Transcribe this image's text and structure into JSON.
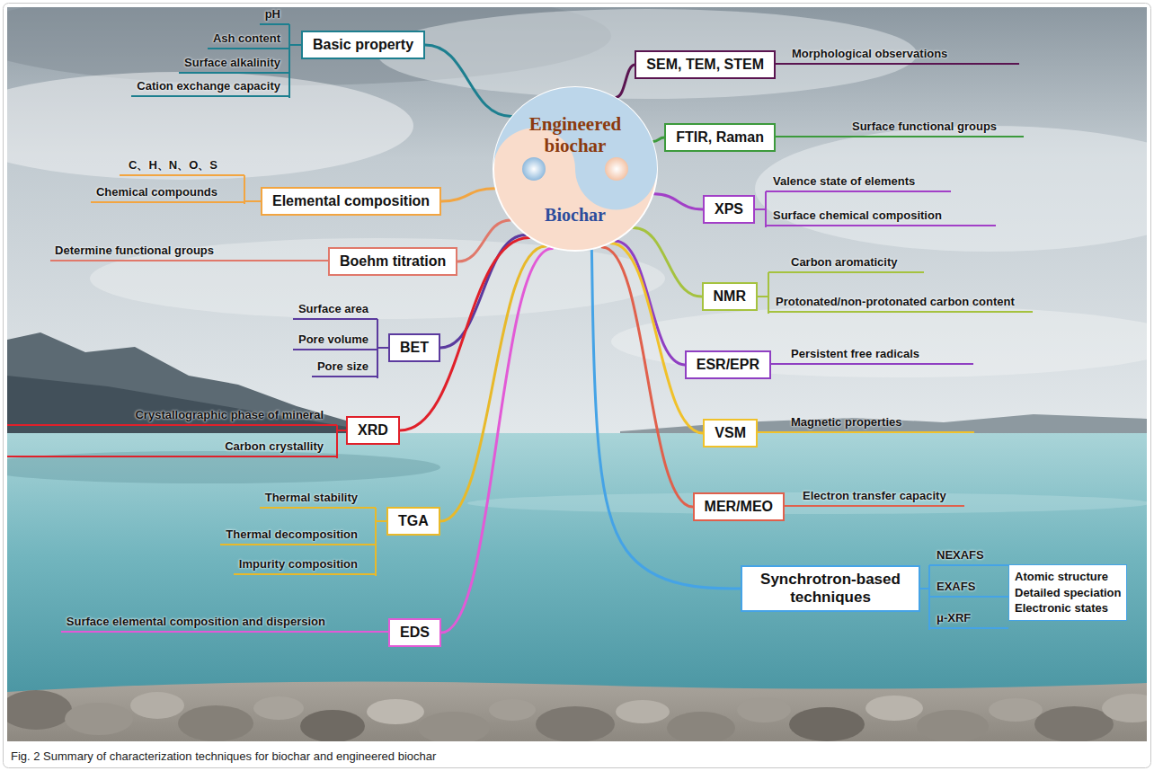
{
  "diagram": {
    "caption": "Fig. 2 Summary of characterization techniques for biochar and engineered biochar",
    "nodes": [
      {
        "text": [
          "Engineered biochar",
          "Biochar"
        ]
      },
      {
        "text": [
          "Basic property"
        ]
      },
      {
        "text": [
          "Elemental composition"
        ]
      },
      {
        "text": [
          "Boehm titration"
        ]
      },
      {
        "text": [
          "BET"
        ]
      },
      {
        "text": [
          "XRD"
        ]
      },
      {
        "text": [
          "TGA"
        ]
      },
      {
        "text": [
          "EDS"
        ]
      },
      {
        "text": [
          "SEM, TEM, STEM"
        ]
      },
      {
        "text": [
          "FTIR, Raman"
        ]
      },
      {
        "text": [
          "XPS"
        ]
      },
      {
        "text": [
          "NMR"
        ]
      },
      {
        "text": [
          "ESR/EPR"
        ]
      },
      {
        "text": [
          "VSM"
        ]
      },
      {
        "text": [
          "MER/MEO"
        ]
      },
      {
        "text": [
          "Synchrotron-based techniques"
        ]
      },
      {
        "text": [
          "Atomic structure",
          "Detailed speciation",
          "Electronic states"
        ]
      }
    ],
    "edges": [
      {
        "from": 0,
        "to": 1,
        "arrow": "none"
      },
      {
        "from": 0,
        "to": 2,
        "arrow": "none"
      },
      {
        "from": 0,
        "to": 3,
        "arrow": "none"
      },
      {
        "from": 0,
        "to": 4,
        "arrow": "none"
      },
      {
        "from": 0,
        "to": 5,
        "arrow": "none"
      },
      {
        "from": 0,
        "to": 6,
        "arrow": "none"
      },
      {
        "from": 0,
        "to": 7,
        "arrow": "none"
      },
      {
        "from": 0,
        "to": 8,
        "arrow": "none"
      },
      {
        "from": 0,
        "to": 9,
        "arrow": "none"
      },
      {
        "from": 0,
        "to": 10,
        "arrow": "none"
      },
      {
        "from": 0,
        "to": 11,
        "arrow": "none"
      },
      {
        "from": 0,
        "to": 12,
        "arrow": "none"
      },
      {
        "from": 0,
        "to": 13,
        "arrow": "none"
      },
      {
        "from": 0,
        "to": 14,
        "arrow": "none"
      },
      {
        "from": 0,
        "to": 15,
        "arrow": "none"
      }
    ],
    "labels": [
      "pH",
      "Ash content",
      "Surface alkalinity",
      "Cation exchange capacity",
      "C、H、N、O、S",
      "Chemical compounds",
      "Determine functional groups",
      "Surface area",
      "Pore volume",
      "Pore size",
      "Crystallographic phase of mineral",
      "Carbon crystallity",
      "Thermal stability",
      "Thermal decomposition",
      "Impurity composition",
      "Surface elemental composition and dispersion",
      "Morphological observations",
      "Surface functional groups",
      "Valence state of elements",
      "Surface chemical composition",
      "Carbon aromaticity",
      "Protonated/non-protonated carbon content",
      "Persistent free radicals",
      "Magnetic properties",
      "Electron transfer capacity",
      "NEXAFS",
      "EXAFS",
      "μ-XRF"
    ]
  }
}
